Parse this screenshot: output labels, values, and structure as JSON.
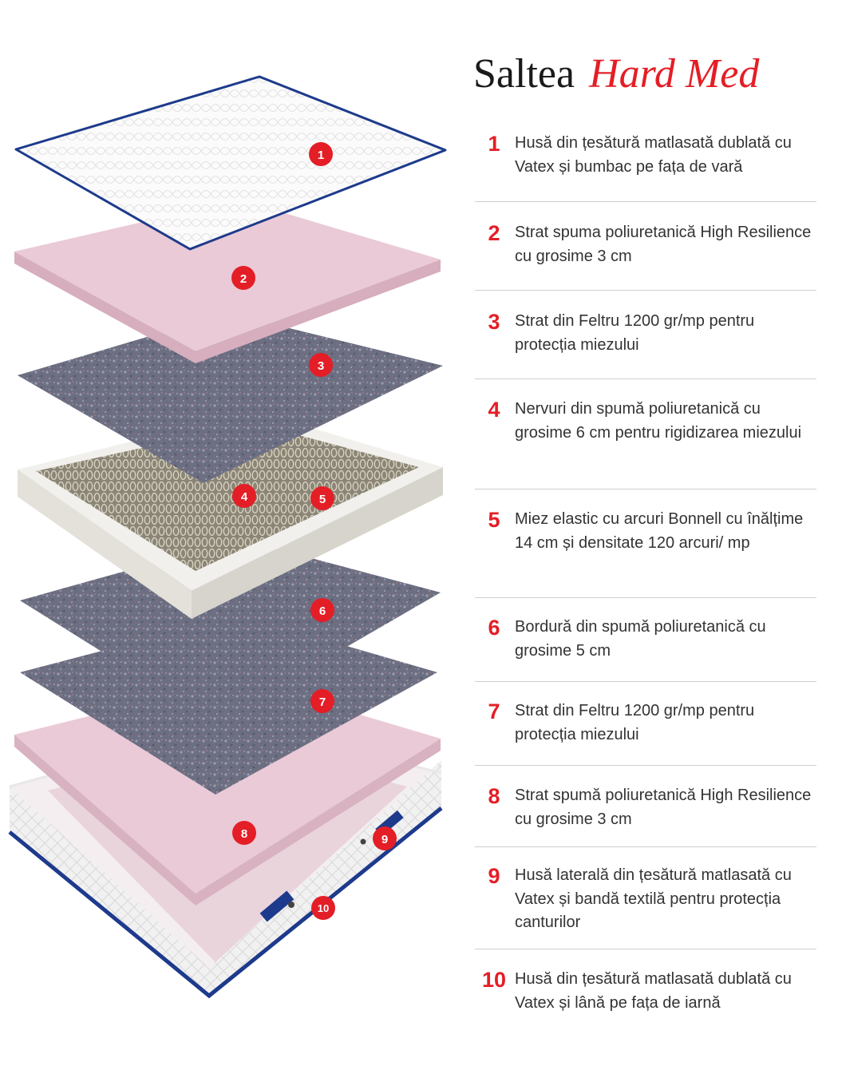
{
  "title": {
    "product": "Saltea",
    "model": "Hard Med"
  },
  "colors": {
    "accent_red": "#e41e26",
    "piping_blue": "#1d3a8c",
    "pink_foam": "#e9cad6",
    "felt_gray": "#6e7083",
    "spring_core_frame": "#f1f0ec",
    "cover_white": "#f7f7f7"
  },
  "layers": [
    {
      "number": "1",
      "description": "Husă din țesătură matlasată dublată cu Vatex și bumbac pe fața de vară"
    },
    {
      "number": "2",
      "description": "Strat spuma poliuretanică High Resilience cu grosime 3 cm"
    },
    {
      "number": "3",
      "description": "Strat din Feltru 1200 gr/mp pentru protecția miezului"
    },
    {
      "number": "4",
      "description": "Nervuri din spumă poliuretanică cu grosime 6 cm pentru rigidizarea miezului"
    },
    {
      "number": "5",
      "description": "Miez elastic cu arcuri Bonnell cu înălțime 14 cm și densitate 120 arcuri/ mp"
    },
    {
      "number": "6",
      "description": "Bordură din spumă poliuretanică cu grosime 5 cm"
    },
    {
      "number": "7",
      "description": "Strat din Feltru 1200 gr/mp pentru protecția miezului"
    },
    {
      "number": "8",
      "description": "Strat spumă poliuretanică High Resilience cu grosime 3 cm"
    },
    {
      "number": "9",
      "description": "Husă laterală din țesătură  matlasată cu Vatex și bandă textilă pentru protecția canturilor"
    },
    {
      "number": "10",
      "description": "Husă din țesătură matlasată dublată cu Vatex și lână pe fața de iarnă"
    }
  ]
}
